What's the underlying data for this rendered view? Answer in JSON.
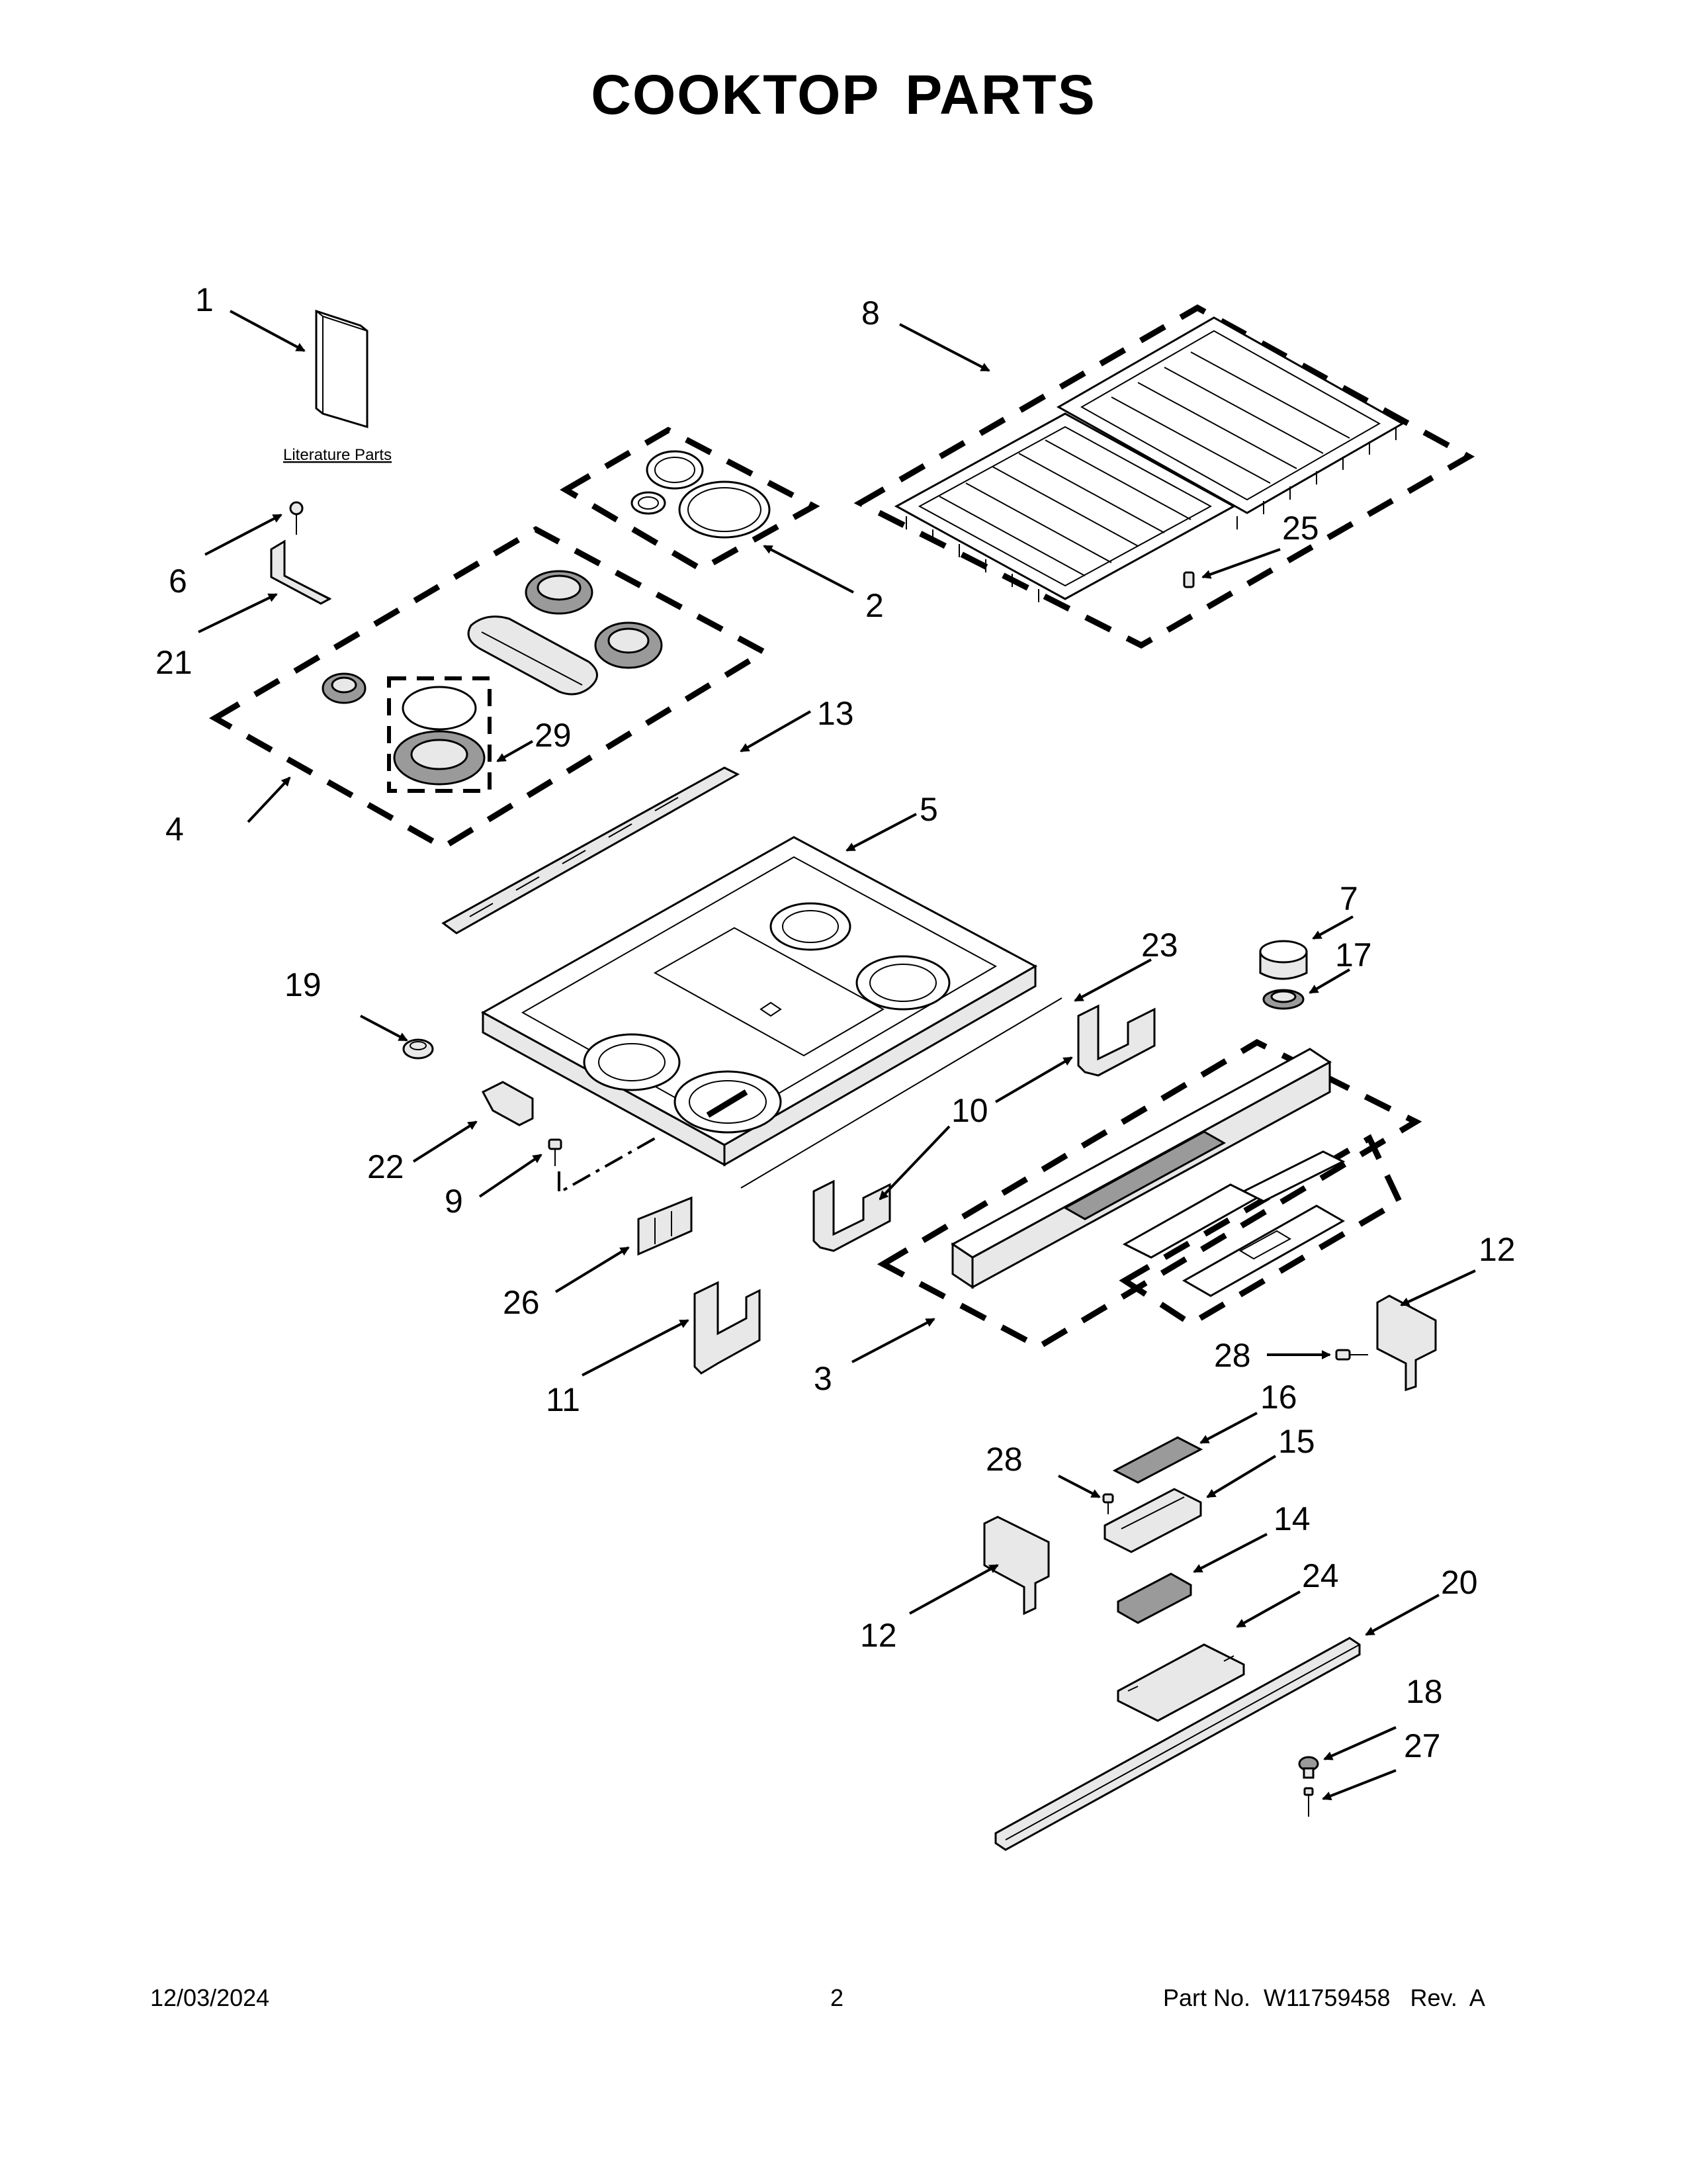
{
  "page_title": "COOKTOP PARTS",
  "literature_label": "Literature Parts",
  "callouts": {
    "c1": "1",
    "c2": "2",
    "c3": "3",
    "c4": "4",
    "c5": "5",
    "c6": "6",
    "c7": "7",
    "c8": "8",
    "c9": "9",
    "c10": "10",
    "c11": "11",
    "c12a": "12",
    "c12b": "12",
    "c13": "13",
    "c14": "14",
    "c15": "15",
    "c16": "16",
    "c17": "17",
    "c18": "18",
    "c19": "19",
    "c20": "20",
    "c21": "21",
    "c22": "22",
    "c23": "23",
    "c24": "24",
    "c25": "25",
    "c26": "26",
    "c27": "27",
    "c28a": "28",
    "c28b": "28",
    "c29": "29"
  },
  "footer": {
    "date": "12/03/2024",
    "page": "2",
    "part_number": "Part No.  W11759458   Rev.  A"
  }
}
